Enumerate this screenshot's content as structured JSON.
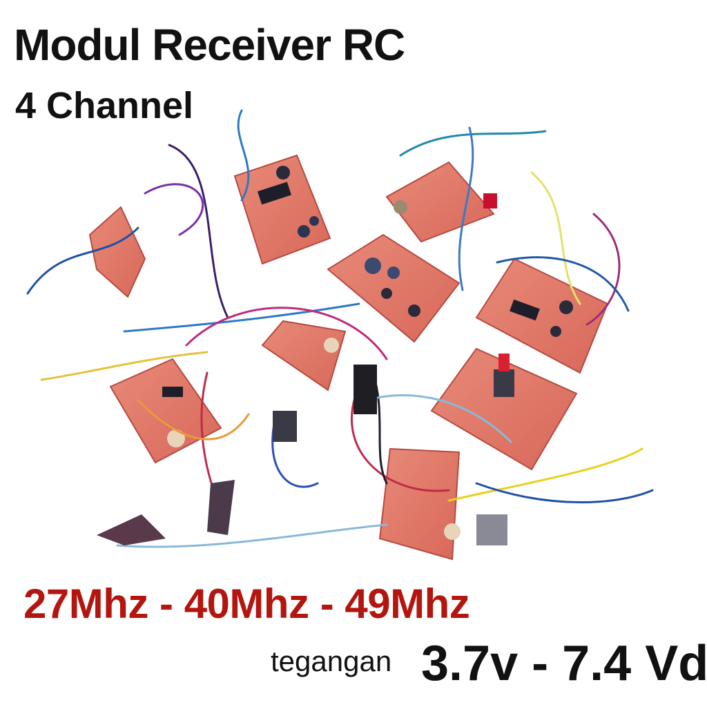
{
  "heading": {
    "title": "Modul Receiver RC",
    "subtitle": "4 Channel"
  },
  "specs": {
    "frequencies": "27Mhz - 40Mhz - 49Mhz",
    "voltage_label": "tegangan",
    "voltage_value": "3.7v - 7.4 Vd"
  },
  "colors": {
    "board": "#e07060",
    "title_text": "#111111",
    "frequency_text": "#b3150f"
  }
}
